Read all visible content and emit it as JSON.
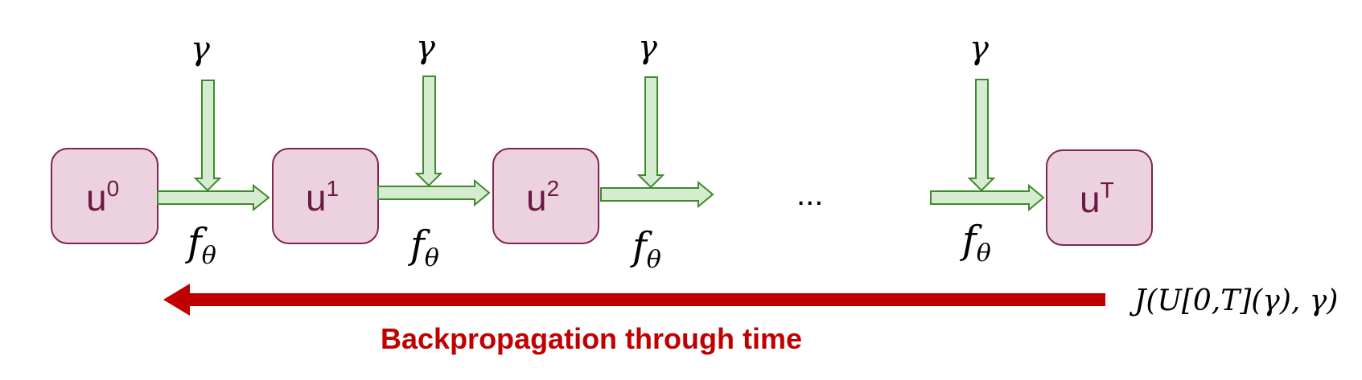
{
  "states": [
    {
      "base": "u",
      "sup": "0"
    },
    {
      "base": "u",
      "sup": "1"
    },
    {
      "base": "u",
      "sup": "2"
    },
    {
      "base": "u",
      "sup": "T"
    }
  ],
  "input_label": "γ",
  "transition_label": {
    "base": "f",
    "sub": "θ"
  },
  "ellipsis": "...",
  "loss_label": "J(U[0,T](γ), γ)",
  "bptt_label": "Backpropagation through time",
  "colors": {
    "state_fill": "#ecd1de",
    "state_border": "#7f2450",
    "state_text": "#6b1a44",
    "arrow_fill": "#d6ecd0",
    "arrow_border": "#3e8a2c",
    "bptt": "#c00000"
  }
}
